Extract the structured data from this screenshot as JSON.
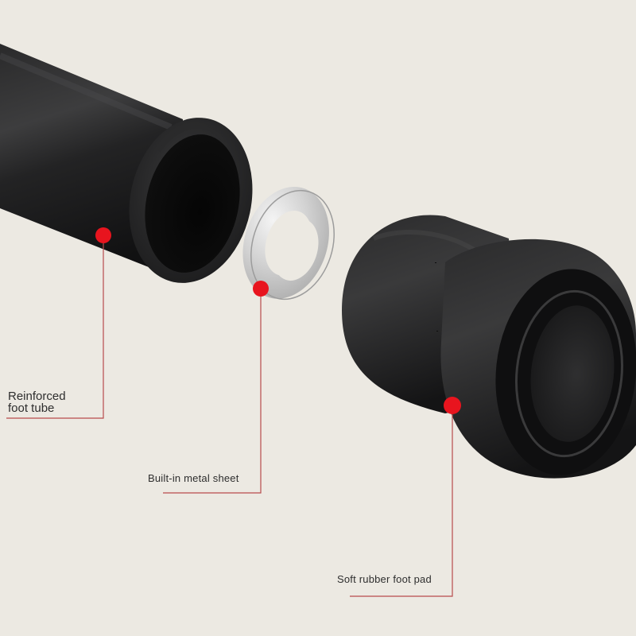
{
  "callouts": {
    "tube": {
      "text": "Reinforced\nfoot tube",
      "part": "reinforced-foot-tube"
    },
    "sheet": {
      "text": "Built-in metal sheet",
      "part": "built-in-metal-sheet"
    },
    "pad": {
      "text": "Soft rubber foot pad",
      "part": "soft-rubber-foot-pad"
    }
  },
  "colors": {
    "background": "#ece9e2",
    "rubber_black": "#1c1c1d",
    "metal_silver": "#d9d9d9",
    "marker_red": "#e8141e",
    "leader_line": "#b84c4c",
    "label_text": "#2e2e2e"
  }
}
